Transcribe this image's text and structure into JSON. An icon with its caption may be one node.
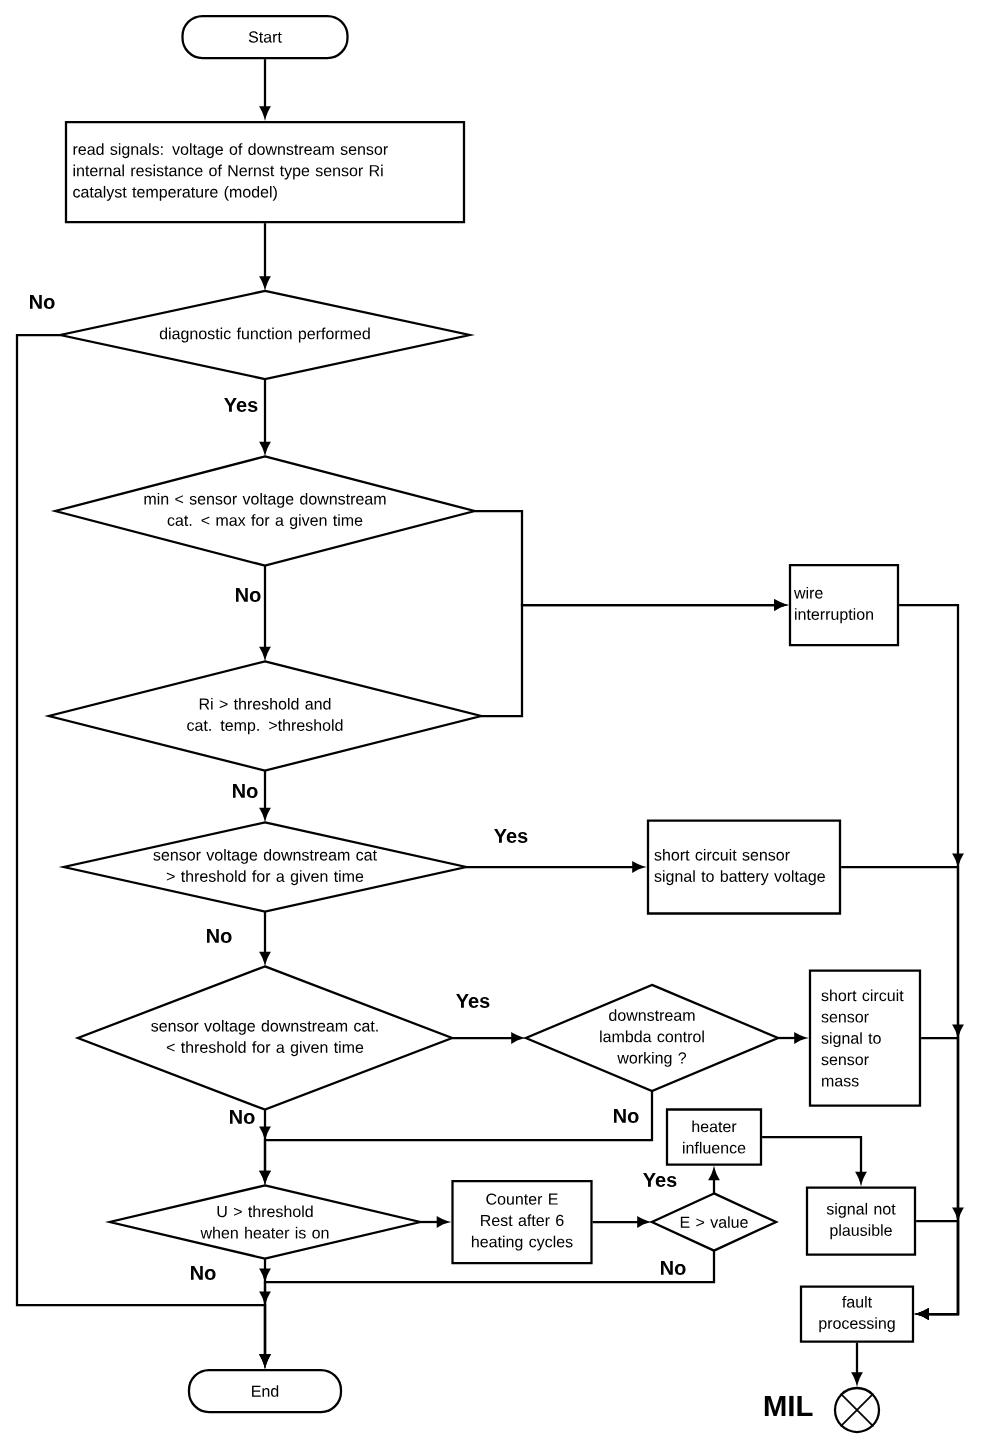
{
  "diagram": {
    "nodes": [
      {
        "text": [
          "Start"
        ]
      },
      {
        "text": [
          "read signals: voltage of downstream sensor",
          "internal resistance of Nernst type sensor Ri",
          "catalyst temperature (model)"
        ]
      },
      {
        "text": [
          "diagnostic function performed"
        ]
      },
      {
        "text": [
          "min < sensor voltage downstream cat. < max for a given time"
        ]
      },
      {
        "text": [
          "Ri  > threshold and cat. temp. >threshold"
        ]
      },
      {
        "text": [
          "wire interruption"
        ]
      },
      {
        "text": [
          "sensor voltage downstream cat > threshold for a given time"
        ]
      },
      {
        "text": [
          "short circuit sensor signal to battery voltage"
        ]
      },
      {
        "text": [
          "sensor voltage downstream cat. < threshold for a given time"
        ]
      },
      {
        "text": [
          "downstream lambda control working ?"
        ]
      },
      {
        "text": [
          "short circuit sensor signal to sensor mass"
        ]
      },
      {
        "text": [
          "U > threshold when heater is on"
        ]
      },
      {
        "text": [
          "Counter E Rest after 6 heating cycles"
        ]
      },
      {
        "text": [
          "E > value"
        ]
      },
      {
        "text": [
          "heater influence"
        ]
      },
      {
        "text": [
          "signal not plausible"
        ]
      },
      {
        "text": [
          "fault processing"
        ]
      },
      {
        "text": [
          "End"
        ]
      },
      {
        "text": [],
        "shape": "circle",
        "beside": [
          "MIL"
        ]
      }
    ],
    "edges": [
      {
        "from": 0,
        "to": 1,
        "arrow": "to"
      },
      {
        "from": 1,
        "to": 2,
        "arrow": "to"
      },
      {
        "from": 2,
        "to": 3,
        "arrow": "to",
        "label": "Yes"
      },
      {
        "from": 2,
        "to": 17,
        "arrow": "to",
        "label": "No"
      },
      {
        "from": 3,
        "to": 4,
        "arrow": "to",
        "label": "No"
      },
      {
        "from": 3,
        "to": 5,
        "arrow": "to"
      },
      {
        "from": 4,
        "to": 5,
        "arrow": "to"
      },
      {
        "from": 4,
        "to": 6,
        "arrow": "to",
        "label": "No"
      },
      {
        "from": 6,
        "to": 7,
        "arrow": "to",
        "label": "Yes"
      },
      {
        "from": 6,
        "to": 8,
        "arrow": "to",
        "label": "No"
      },
      {
        "from": 8,
        "to": 9,
        "arrow": "to",
        "label": "Yes"
      },
      {
        "from": 8,
        "to": 11,
        "arrow": "to",
        "label": "No"
      },
      {
        "from": 9,
        "to": 10,
        "arrow": "to"
      },
      {
        "from": 9,
        "to": 11,
        "arrow": "to",
        "label": "No"
      },
      {
        "from": 11,
        "to": 12,
        "arrow": "to"
      },
      {
        "from": 11,
        "to": 17,
        "arrow": "to",
        "label": "No"
      },
      {
        "from": 12,
        "to": 13,
        "arrow": "to"
      },
      {
        "from": 13,
        "to": 14,
        "arrow": "to",
        "label": "Yes"
      },
      {
        "from": 13,
        "to": 17,
        "arrow": "to",
        "label": "No"
      },
      {
        "from": 14,
        "to": 15,
        "arrow": "to"
      },
      {
        "from": 5,
        "to": 16,
        "arrow": "to"
      },
      {
        "from": 7,
        "to": 16,
        "arrow": "to"
      },
      {
        "from": 10,
        "to": 16,
        "arrow": "to"
      },
      {
        "from": 15,
        "to": 16,
        "arrow": "to"
      },
      {
        "from": 16,
        "to": 18,
        "arrow": "to"
      }
    ]
  }
}
